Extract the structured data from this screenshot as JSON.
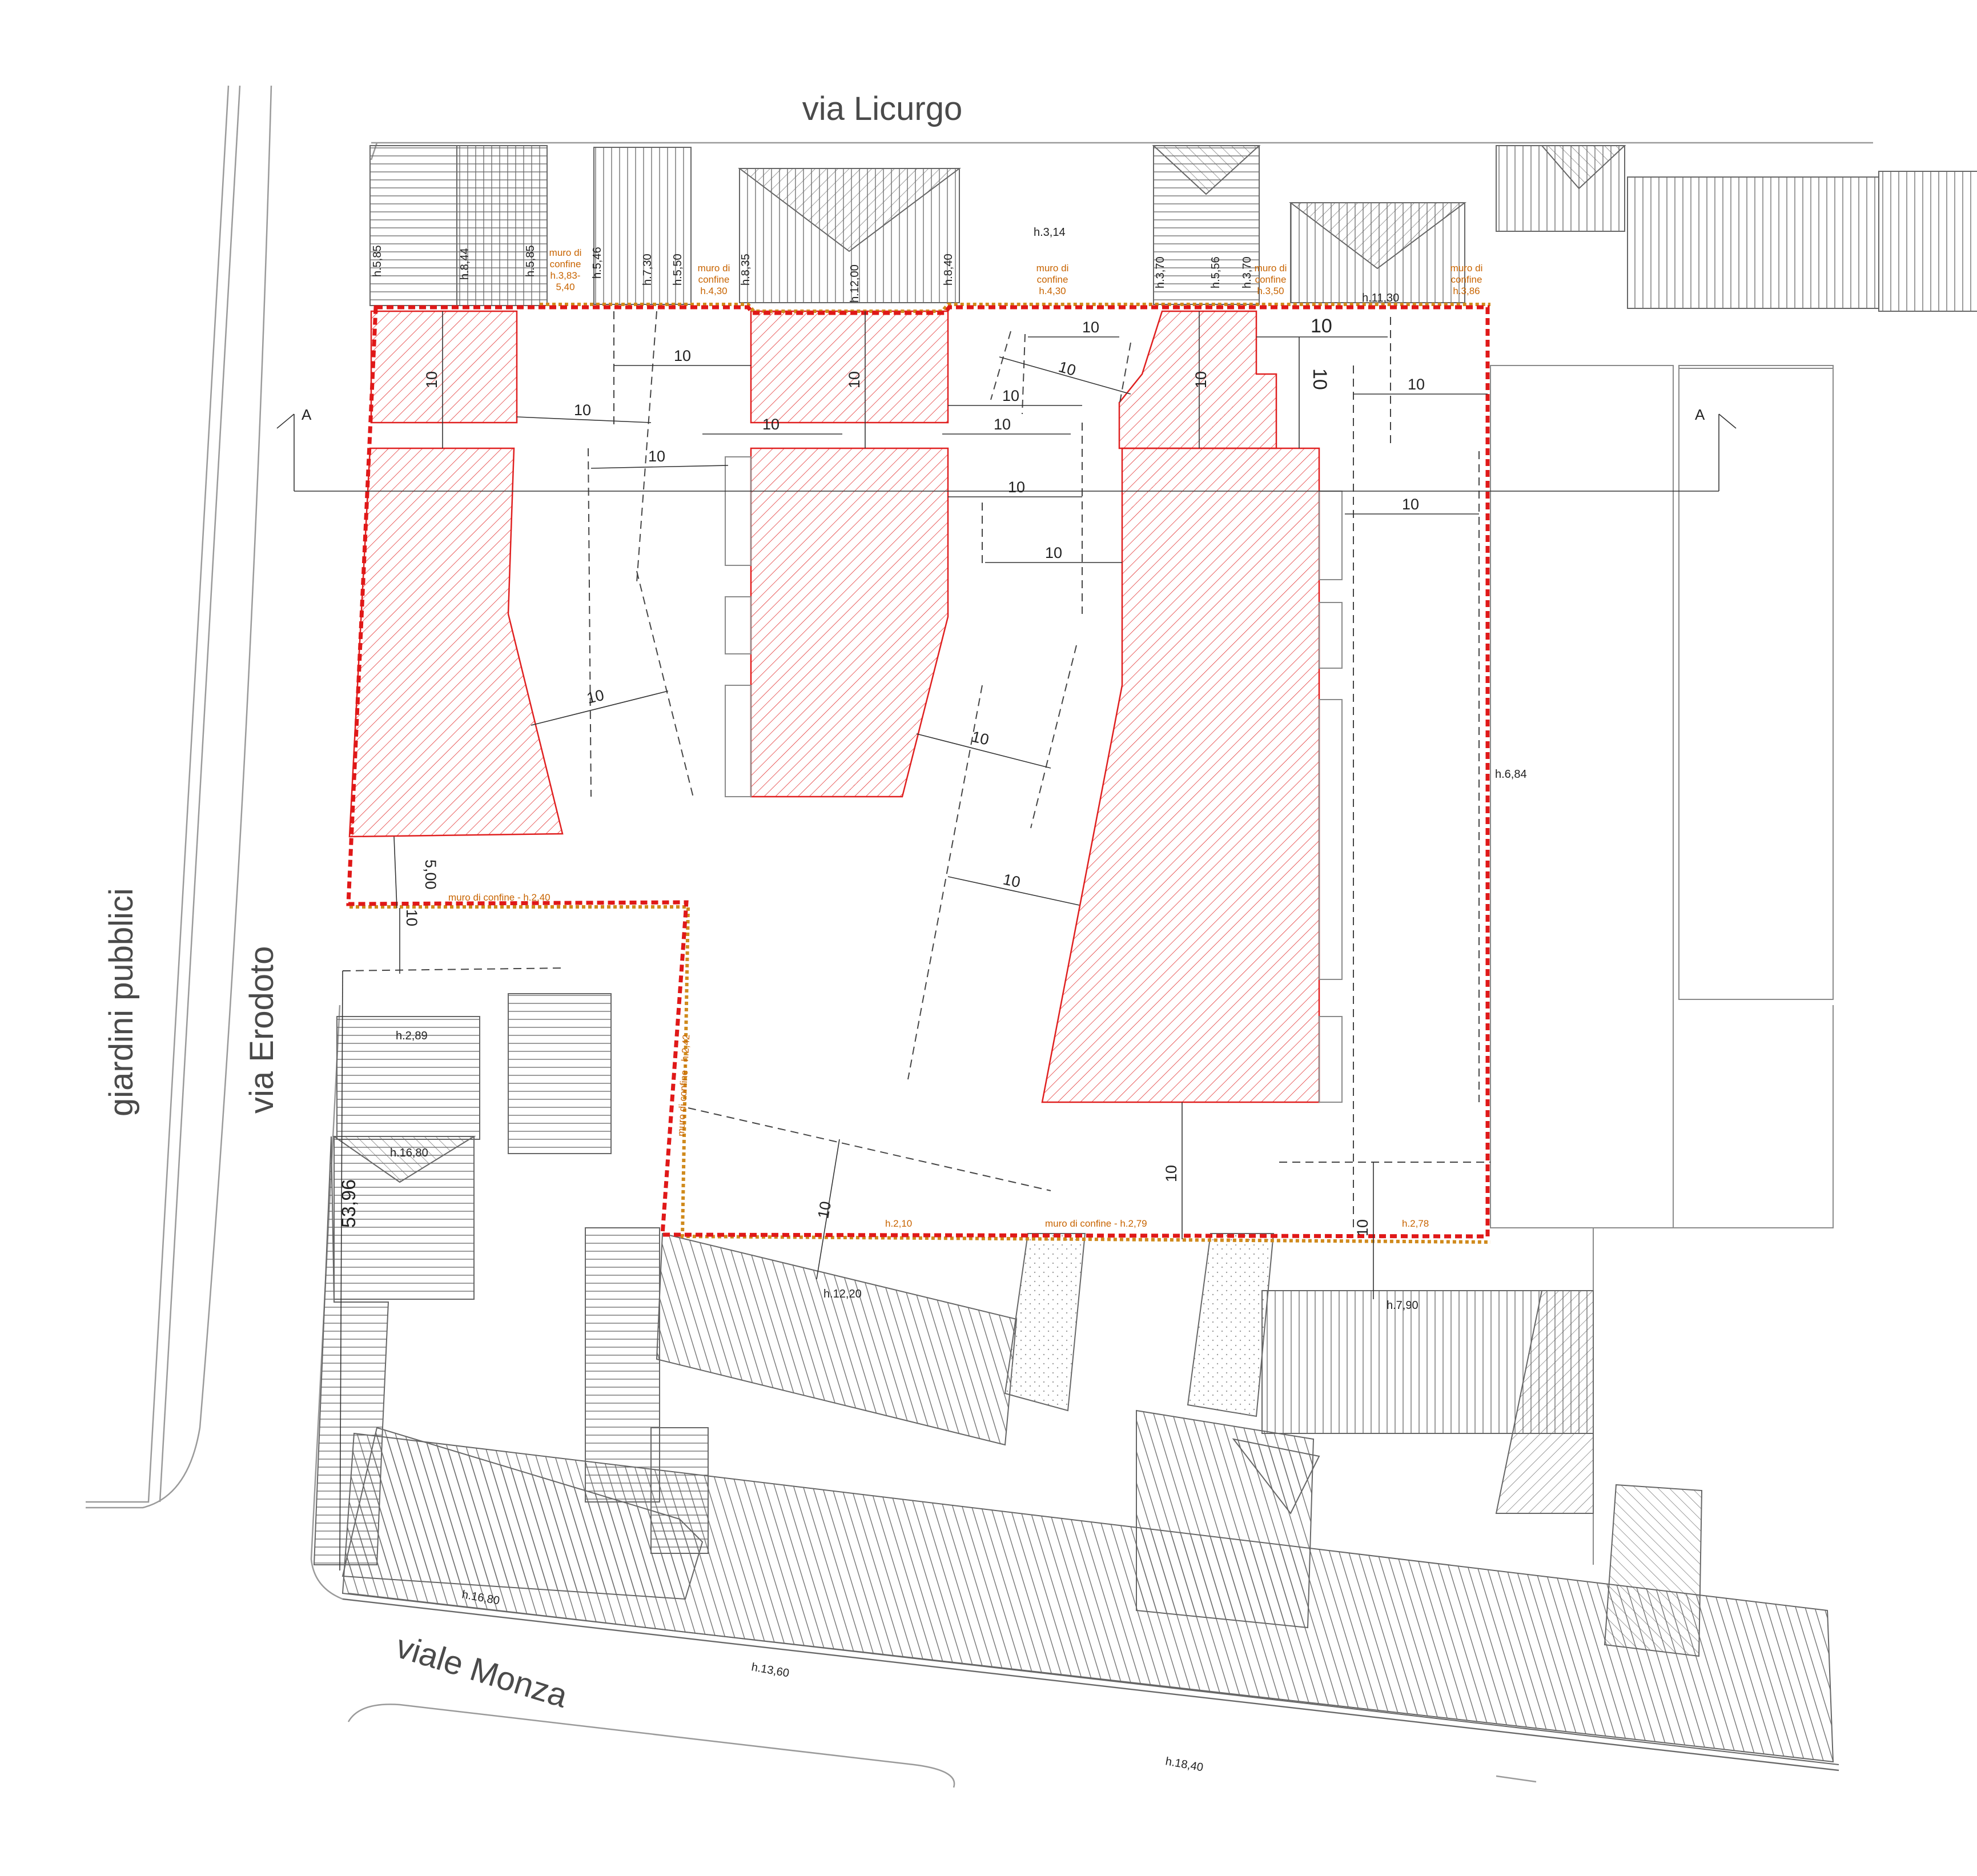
{
  "streets": {
    "north": "via Licurgo",
    "west": "via Erodoto",
    "park": "giardini pubblici",
    "south": "viale Monza"
  },
  "section": {
    "left": "A",
    "right": "A"
  },
  "heights": {
    "h585a": "h.5,85",
    "h844": "h.8,44",
    "h585b": "h.5,85",
    "h546": "h.5,46",
    "h730": "h.7,30",
    "h550": "h.5,50",
    "h835": "h.8,35",
    "h1200": "h.12,00",
    "h840": "h.8,40",
    "h314": "h.3,14",
    "h370a": "h.3,70",
    "h556": "h.5,56",
    "h370b": "h.3,70",
    "h1130": "h.11,30",
    "h684": "h.6,84",
    "h289": "h.2,89",
    "h1680a": "h.16,80",
    "h1220": "h.12,20",
    "h790": "h.7,90",
    "h1680b": "h.16,80",
    "h1360": "h.13,60",
    "h1840": "h.18,40"
  },
  "walls": {
    "w1": {
      "l1": "muro di",
      "l2": "confine",
      "l3": "h.3,83-",
      "l4": "5,40"
    },
    "w2": {
      "l1": "muro di",
      "l2": "confine",
      "l3": "h.4,30"
    },
    "w3": {
      "l1": "muro di",
      "l2": "confine",
      "l3": "h.4,30"
    },
    "w4": {
      "l1": "muro di",
      "l2": "confine",
      "l3": "h.3,50"
    },
    "w5": {
      "l1": "muro di",
      "l2": "confine",
      "l3": "h.3,86"
    },
    "south_mid": "muro di confine - h.2,40",
    "west_side": "muro di confine - h.2,42",
    "south_long": "muro di confine - h.2,79",
    "h210": "h.2,10",
    "h278": "h.2,78"
  },
  "dims": {
    "d10": "10",
    "d500": "5,00",
    "d5396": "53,96"
  },
  "colors": {
    "project_red": "#e02020",
    "boundary_orange": "#d08a1c",
    "label_orange": "#c86400"
  }
}
